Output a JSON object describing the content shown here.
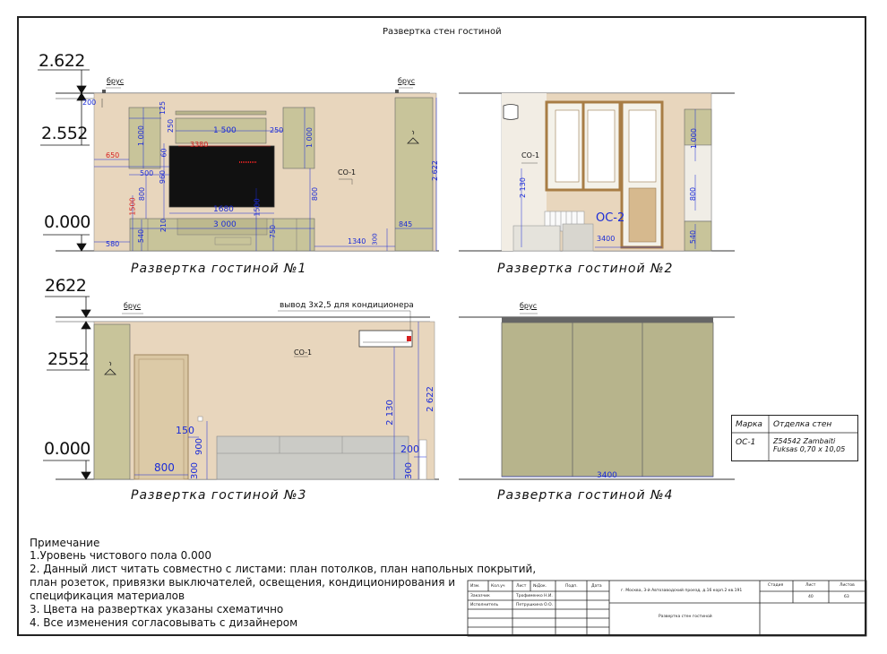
{
  "sheet_title": "Развертка стен гостиной",
  "levels": {
    "set1": {
      "top": "2.622",
      "mid": "2.552",
      "floor": "0.000"
    },
    "set2": {
      "top": "2622",
      "mid": "2552",
      "floor": "0.000"
    }
  },
  "captions": [
    "Развертка гостиной №1",
    "Развертка гостиной №2",
    "Развертка гостиной №3",
    "Развертка гостиной №4"
  ],
  "labels": {
    "brus": "брус",
    "co1": "CO-1",
    "oc2": "OC-2",
    "ac_note": "вывод 3х2,5 для кондиционера"
  },
  "dims_w1": [
    "200",
    "1 000",
    "125",
    "250",
    "1 500",
    "250",
    "1 000",
    "3380",
    "650",
    "500",
    "960",
    "60",
    "800",
    "1500",
    "1680",
    "1500",
    "800",
    "210",
    "3 000",
    "750",
    "540",
    "580",
    "1340",
    "300",
    "845",
    "2 622"
  ],
  "dims_w2": [
    "2 130",
    "1 000",
    "800",
    "540",
    "3400"
  ],
  "dims_w3": [
    "2 130",
    "2 622",
    "150",
    "900",
    "300",
    "800",
    "200",
    "300"
  ],
  "dims_w4": [
    "3400"
  ],
  "legend": {
    "header": [
      "Марка",
      "Отделка стен"
    ],
    "rows": [
      {
        "mark": "OC-1",
        "finish_line1": "Z54542 Zambaiti",
        "finish_line2": "Fuksas 0,70 x 10,05"
      }
    ]
  },
  "notes": {
    "title": "Примечание",
    "items": [
      "1.Уровень чистового пола 0.000",
      "2. Данный лист читать совместно с листами: план потолков, план напольных покрытий,",
      "план розеток, привязки выключателей, освещения, кондиционирования и",
      " спецификация материалов",
      "3. Цвета на развертках указаны схематично",
      "4. Все изменения согласовывать с дизайнером"
    ]
  },
  "title_block": {
    "header": [
      "Изм.",
      "Кол.уч",
      "Лист",
      "№Док.",
      "Подп.",
      "Дата"
    ],
    "role1": "Заказчик",
    "name1": "Трофименко Н.И.",
    "role2": "Исполнитель",
    "name2": "Петрушкина О.О.",
    "address": "г. Москва, 3-й Автозаводский проезд, д.16 корп.2 кв.191",
    "drawing": "Развертка стен гостиной",
    "stage_h": "Стадия",
    "sheet_h": "Лист",
    "sheets_h": "Листов",
    "sheet": "40",
    "sheets": "63"
  },
  "colors": {
    "wall": "#e8d6bd",
    "cabinet": "#c8c49a",
    "sofa": "#cbcbc6",
    "dim": "#1a2bd8",
    "red": "#d62020",
    "frame": "#222222"
  }
}
